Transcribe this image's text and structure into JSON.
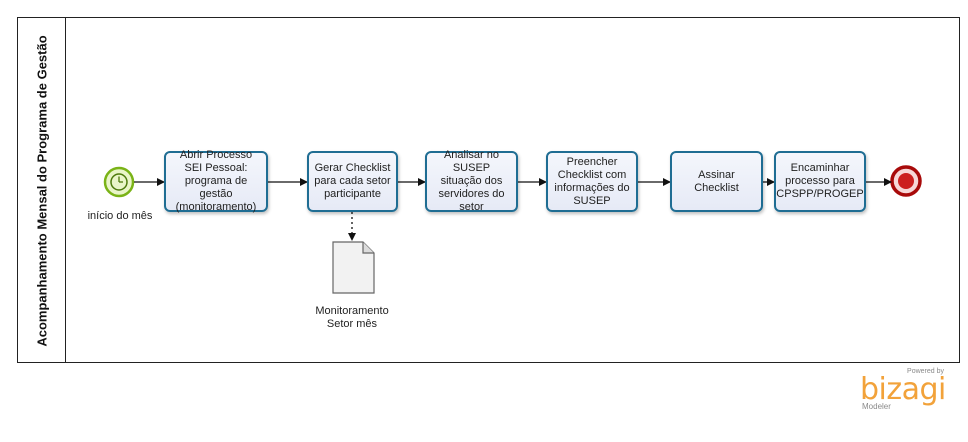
{
  "lane": {
    "title": "Acompanhamento Mensal do Programa de Gestão"
  },
  "start_event": {
    "label": "início do mês",
    "icon": "timer-icon",
    "color": "#7ab317"
  },
  "end_event": {
    "icon": "end-event-icon",
    "color": "#a80a0a"
  },
  "tasks": [
    {
      "label": "Abrir Processo SEI Pessoal: programa de gestão (monitoramento)"
    },
    {
      "label": "Gerar Checklist para cada setor participante"
    },
    {
      "label": "Analisar no SUSEP situação dos servidores do setor"
    },
    {
      "label": "Preencher Checklist com informações do SUSEP"
    },
    {
      "label": "Assinar Checklist"
    },
    {
      "label": "Encaminhar processo para CPSPP/PROGEP"
    }
  ],
  "data_object": {
    "label": "Monitoramento Setor mês",
    "icon": "document-icon"
  },
  "branding": {
    "powered": "Powered by",
    "name": "bizagi",
    "product": "Modeler",
    "accent": "#f2a23a"
  },
  "colors": {
    "task_border": "#1f6d93",
    "task_fill": "#e6eaf6"
  }
}
